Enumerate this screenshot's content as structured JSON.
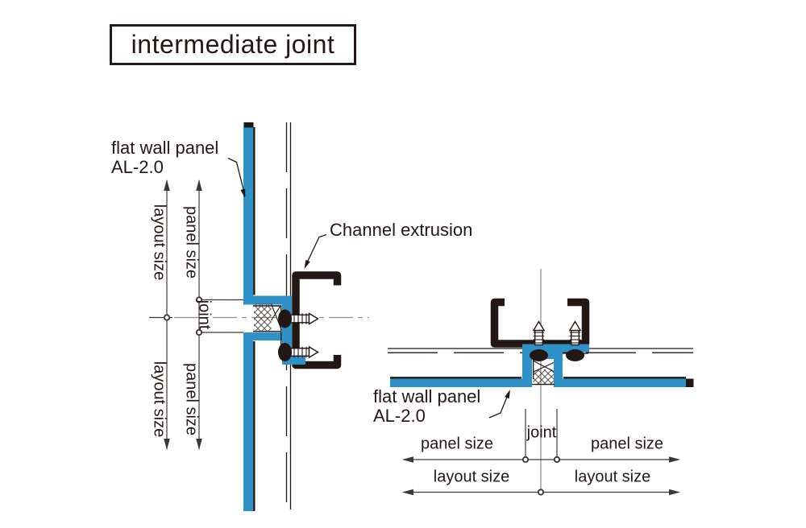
{
  "title": {
    "label": "intermediate joint"
  },
  "colors": {
    "blue": "#2E92C8",
    "ink": "#221712",
    "text": "#231815",
    "dim": "#3E3835",
    "gray": "#909090"
  },
  "left_view": {
    "panel_callout": {
      "line1": "flat wall panel",
      "line2": "AL-2.0"
    },
    "channel_callout": "Channel extrusion",
    "dims": {
      "layout_upper": "layout size",
      "panel_upper": "panel size",
      "joint": "joint",
      "panel_lower": "panel size",
      "layout_lower": "layout size"
    }
  },
  "right_view": {
    "panel_callout": {
      "line1": "flat wall panel",
      "line2": "AL-2.0"
    },
    "dims": {
      "joint": "joint",
      "panel_left": "panel size",
      "panel_right": "panel size",
      "layout_left": "layout size",
      "layout_right": "layout size"
    }
  }
}
